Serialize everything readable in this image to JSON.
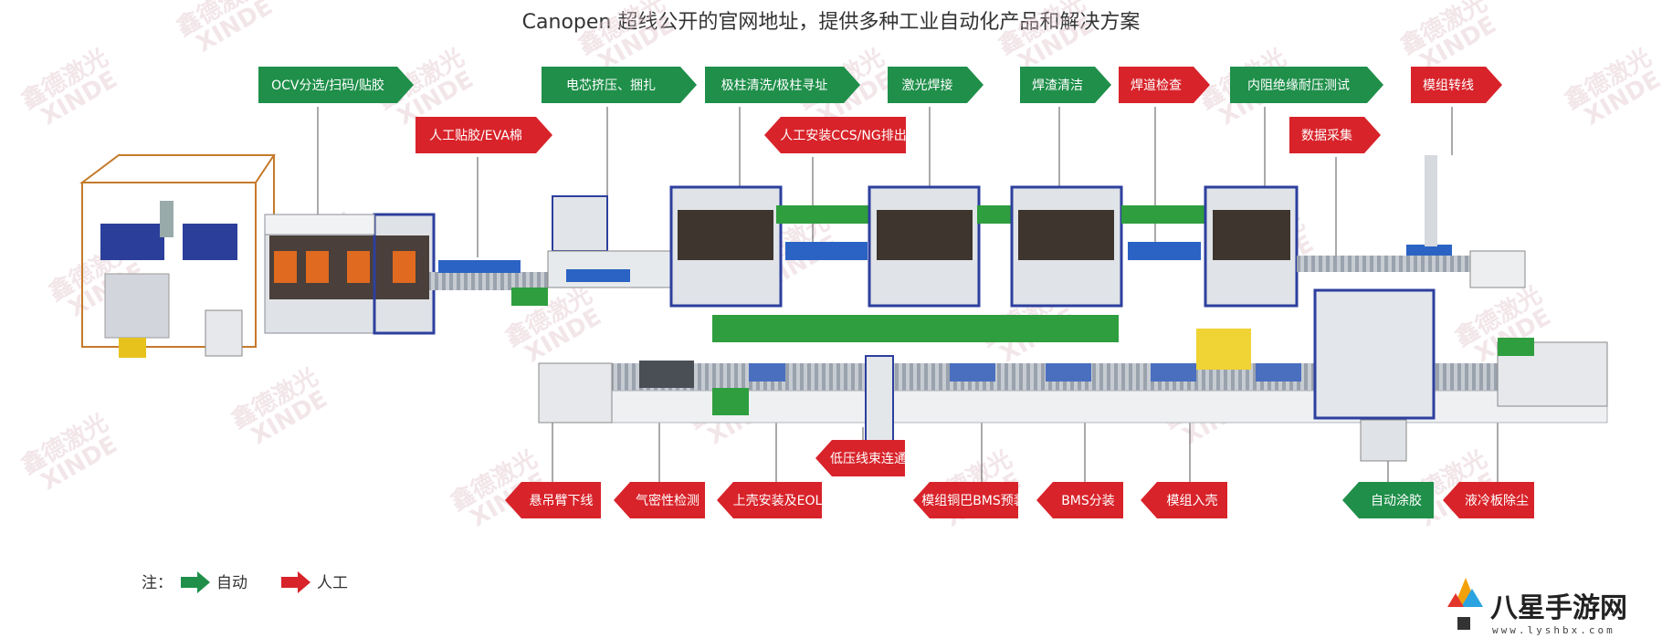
{
  "title": "Canopen 超线公开的官网地址，提供多种工业自动化产品和解决方案",
  "colors": {
    "auto": "#1f8f4a",
    "manual": "#d8232a",
    "machine": "#d9dde3",
    "frame_blue": "#2d3f9e",
    "conveyor_green": "#2e9e3e"
  },
  "top_arrows": [
    {
      "label": "OCV分选/扫码/贴胶",
      "type": "auto"
    },
    {
      "label": "人工贴胶/EVA棉",
      "type": "manual"
    },
    {
      "label": "电芯挤压、捆扎",
      "type": "auto"
    },
    {
      "label": "极柱清洗/极柱寻址",
      "type": "auto"
    },
    {
      "label": "人工安装CCS/NG排出",
      "type": "manual"
    },
    {
      "label": "激光焊接",
      "type": "auto"
    },
    {
      "label": "焊渣清洁",
      "type": "auto"
    },
    {
      "label": "焊道检查",
      "type": "manual"
    },
    {
      "label": "内阻绝缘耐压测试",
      "type": "auto"
    },
    {
      "label": "数据采集",
      "type": "manual"
    },
    {
      "label": "模组转线",
      "type": "manual"
    }
  ],
  "bottom_arrows": [
    {
      "label": "悬吊臂下线",
      "type": "manual"
    },
    {
      "label": "气密性检测",
      "type": "manual"
    },
    {
      "label": "上壳安装及EOL",
      "type": "manual"
    },
    {
      "label": "低压线束连通",
      "type": "manual"
    },
    {
      "label": "模组铜巴BMS预装",
      "type": "manual"
    },
    {
      "label": "BMS分装",
      "type": "manual"
    },
    {
      "label": "模组入壳",
      "type": "manual"
    },
    {
      "label": "自动涂胶",
      "type": "auto"
    },
    {
      "label": "液冷板除尘",
      "type": "manual"
    }
  ],
  "legend": {
    "prefix": "注：",
    "auto_label": "自动",
    "manual_label": "人工"
  },
  "watermark": {
    "text": "鑫德激光",
    "latin": "XINDE"
  },
  "brand": {
    "name": "八星手游网",
    "url": "www.lyshbx.com"
  }
}
